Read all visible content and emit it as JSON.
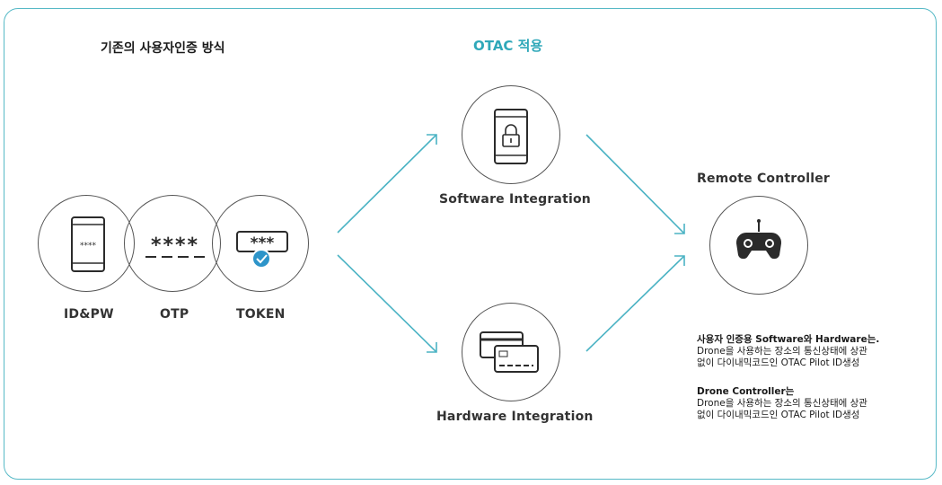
{
  "legacy": {
    "title": "기존의 사용자인증 방식",
    "methods": [
      {
        "label": "ID&PW",
        "icon": "phone-password-icon",
        "glyph": "****"
      },
      {
        "label": "OTP",
        "icon": "asterisk-code-icon",
        "glyph": "****"
      },
      {
        "label": "TOKEN",
        "icon": "token-card-check-icon",
        "glyph": "***"
      }
    ]
  },
  "otac": {
    "title": "OTAC 적용",
    "software": {
      "label": "Software Integration",
      "icon": "phone-lock-icon"
    },
    "hardware": {
      "label": "Hardware Integration",
      "icon": "cards-icon"
    },
    "controller": {
      "label": "Remote Controller",
      "icon": "gamepad-icon"
    }
  },
  "description": {
    "block1": {
      "title_a": "사용자 인증용 Software와 Hardware",
      "title_b": "는.",
      "line1": "Drone을 사용하는 장소의 통신상태에 상관",
      "line2": "없이 다이내믹코드인 OTAC Pilot ID생성"
    },
    "block2": {
      "title_a": "Drone Controller",
      "title_b": "는",
      "line1": "Drone을 사용하는 장소의 통신상태에 상관",
      "line2": "없이 다이내믹코드인 OTAC Pilot ID생성"
    }
  },
  "colors": {
    "accent": "#2fa8b9",
    "frame": "#56b9c6",
    "arrow": "#4bb3c4",
    "icon": "#2b2b2b",
    "check": "#2d94c9"
  }
}
